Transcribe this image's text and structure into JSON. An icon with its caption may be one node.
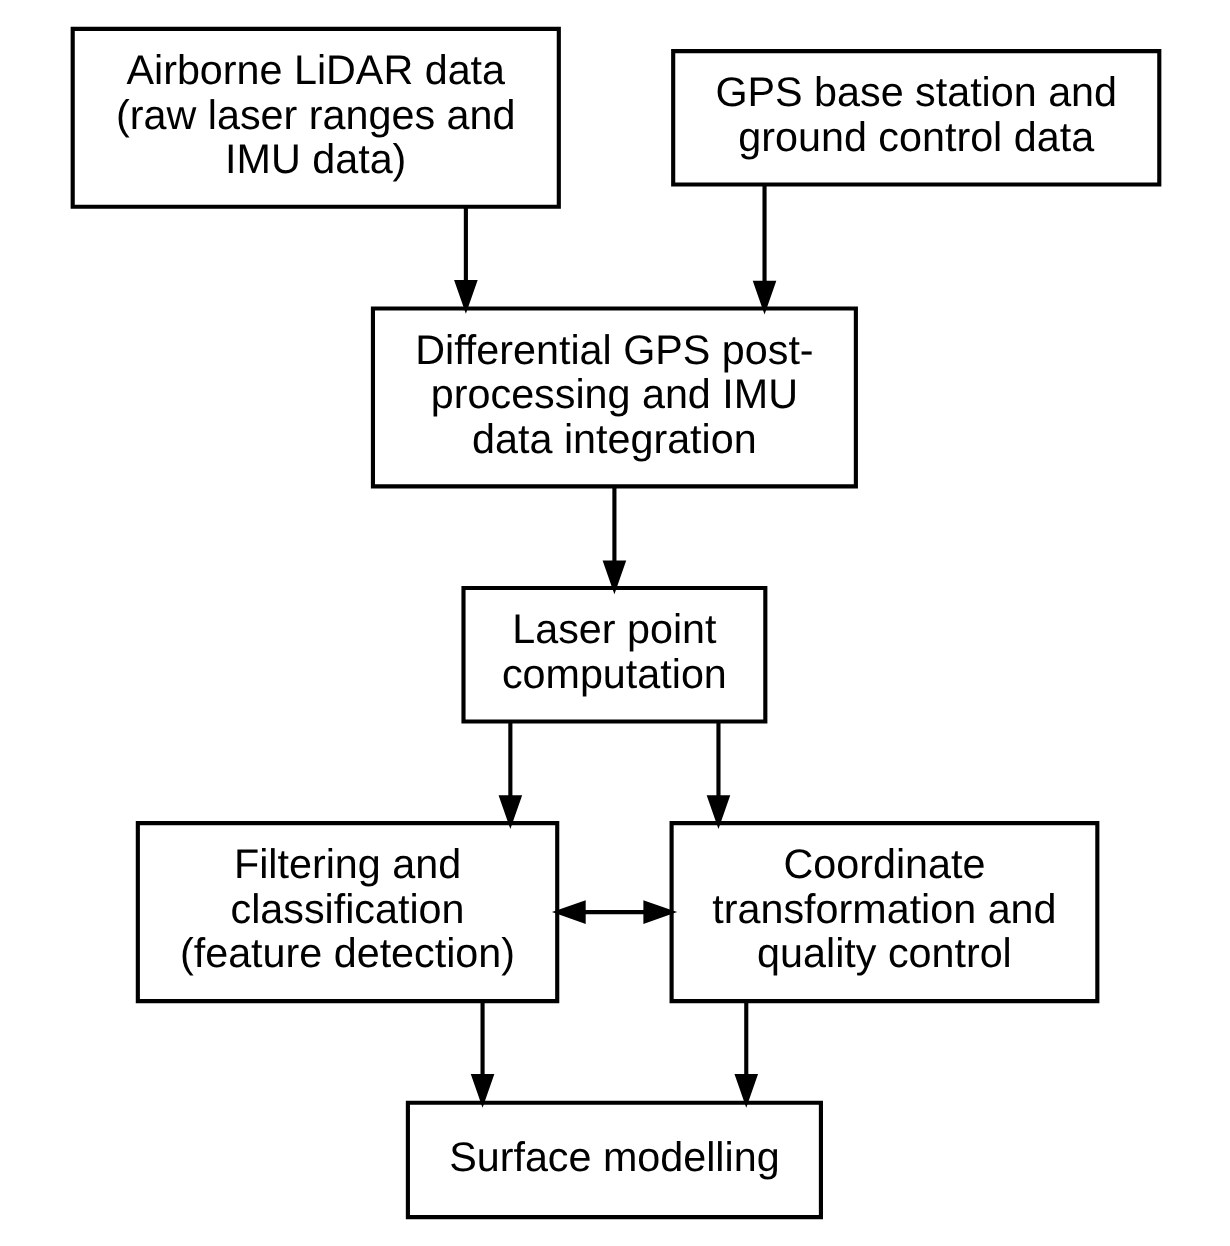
{
  "diagram": {
    "nodes": [
      {
        "text": [
          "Airborne LiDAR data (raw laser ranges and IMU data)"
        ]
      },
      {
        "text": [
          "GPS base station and ground control data"
        ]
      },
      {
        "text": [
          "Differential GPS post-processing and IMU data integration"
        ]
      },
      {
        "text": [
          "Laser point computation"
        ]
      },
      {
        "text": [
          "Filtering and classification (feature detection)"
        ]
      },
      {
        "text": [
          "Coordinate transformation and quality control"
        ]
      },
      {
        "text": [
          "Surface modelling"
        ]
      }
    ],
    "edges": [
      {
        "from": 0,
        "to": 2,
        "arrow": "to"
      },
      {
        "from": 1,
        "to": 2,
        "arrow": "to"
      },
      {
        "from": 2,
        "to": 3,
        "arrow": "to"
      },
      {
        "from": 3,
        "to": 4,
        "arrow": "to"
      },
      {
        "from": 3,
        "to": 5,
        "arrow": "to"
      },
      {
        "from": 4,
        "to": 5,
        "arrow": "both"
      },
      {
        "from": 5,
        "to": 6,
        "arrow": "to"
      },
      {
        "from": 4,
        "to": 6,
        "arrow": "to"
      }
    ]
  }
}
